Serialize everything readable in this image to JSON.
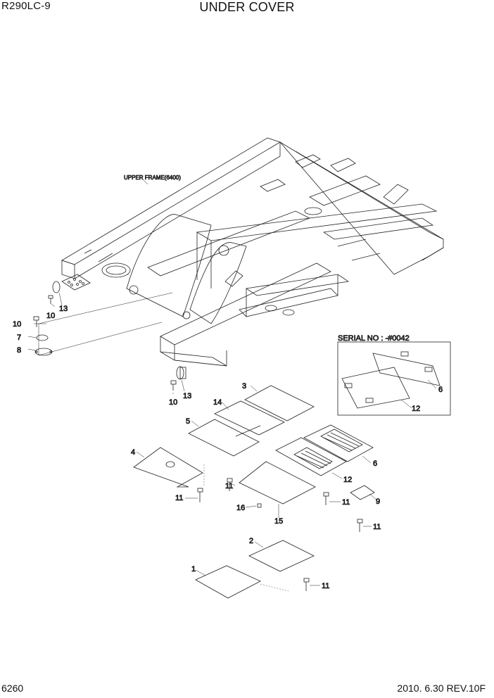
{
  "header": {
    "model": "R290LC-9",
    "title": "UNDER COVER"
  },
  "diagram": {
    "frame_label": "UPPER FRAME(6400)",
    "serial_label": "SERIAL NO : -#0042",
    "callouts": {
      "c1": "1",
      "c2": "2",
      "c3": "3",
      "c4": "4",
      "c5": "5",
      "c6a": "6",
      "c6b": "6",
      "c7": "7",
      "c8": "8",
      "c9": "9",
      "c10a": "10",
      "c10b": "10",
      "c10c": "10",
      "c11a": "11",
      "c11b": "11",
      "c11c": "11",
      "c11d": "11",
      "c11e": "11",
      "c12a": "12",
      "c12b": "12",
      "c13a": "13",
      "c13b": "13",
      "c14": "14",
      "c15": "15",
      "c16": "16"
    }
  },
  "footer": {
    "page": "6260",
    "revision": "2010. 6.30  REV.10F"
  }
}
